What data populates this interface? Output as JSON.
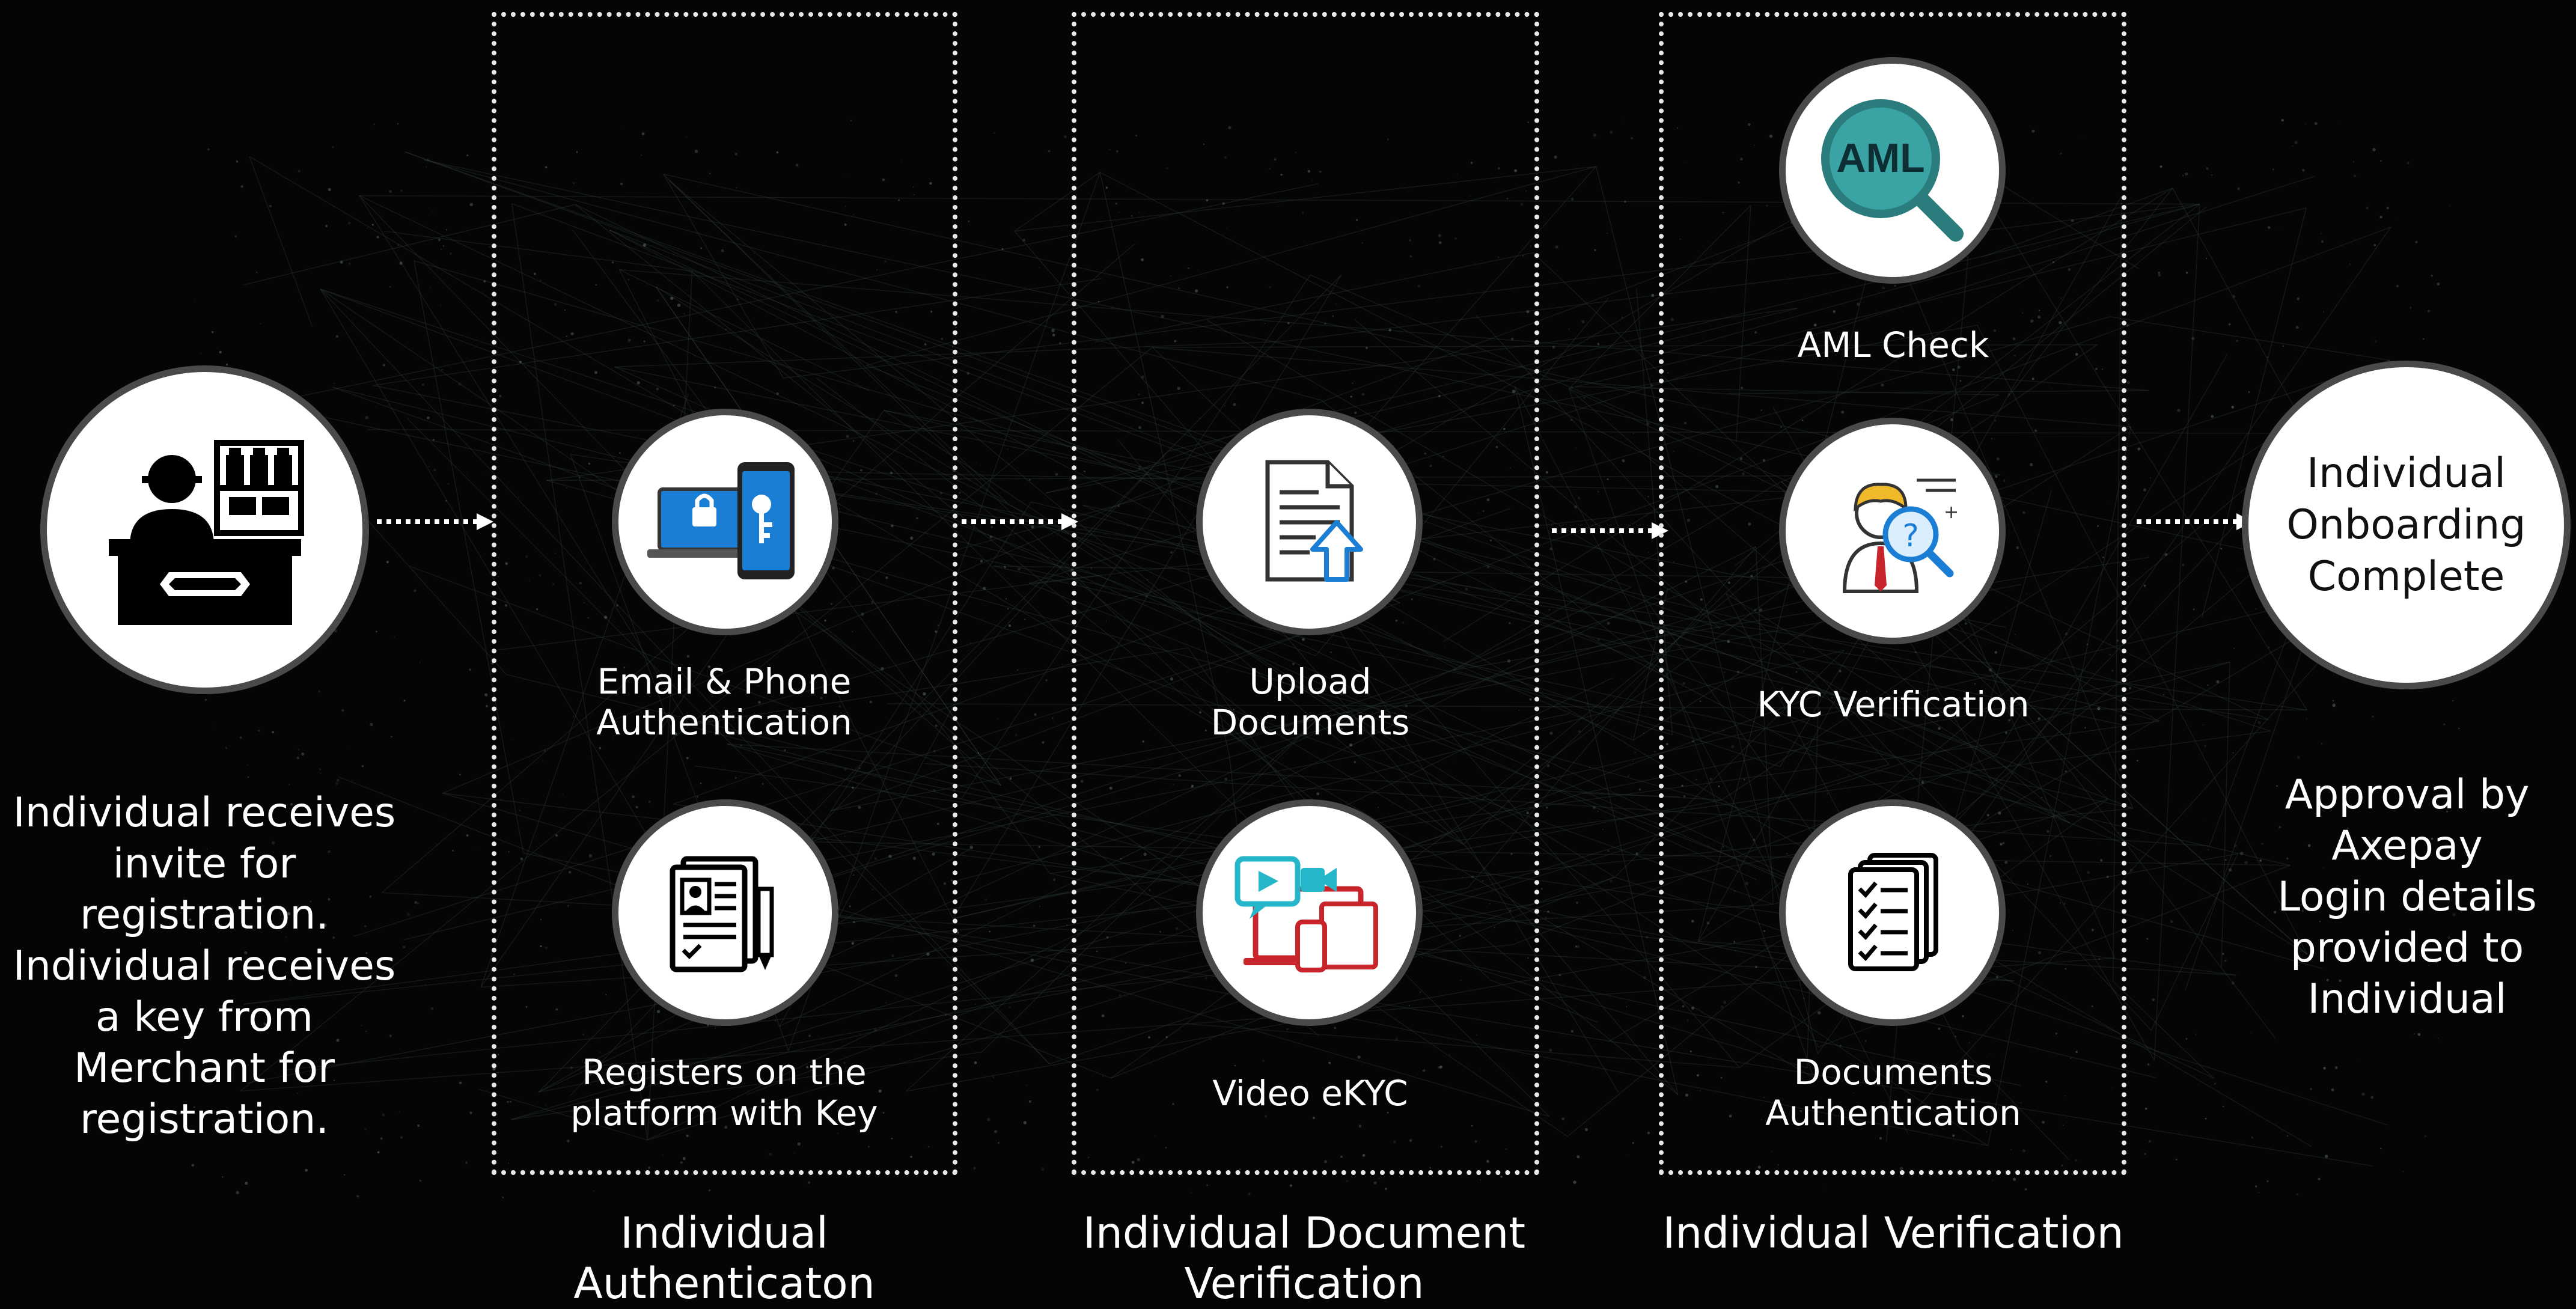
{
  "start": {
    "description": "Individual receives\ninvite for\nregistration.\nIndividual receives\na key from\nMerchant for\nregistration."
  },
  "stages": [
    {
      "caption": "Individual\nAuthenticaton",
      "steps": [
        {
          "label": "Email & Phone\nAuthentication",
          "icon": "laptop-phone-lock-icon"
        },
        {
          "label": "Registers on the\nplatform with Key",
          "icon": "registration-form-icon"
        }
      ]
    },
    {
      "caption": "Individual Document\nVerification",
      "steps": [
        {
          "label": "Upload\nDocuments",
          "icon": "document-upload-icon"
        },
        {
          "label": "Video eKYC",
          "icon": "video-call-devices-icon"
        }
      ]
    },
    {
      "caption": "Individual Verification",
      "steps": [
        {
          "label": "AML Check",
          "icon_text": "AML",
          "icon": "aml-magnifier-icon"
        },
        {
          "label": "KYC Verification",
          "icon": "kyc-person-magnifier-icon"
        },
        {
          "label": "Documents\nAuthentication",
          "icon": "document-checklist-icon"
        }
      ]
    }
  ],
  "end": {
    "title": "Individual\nOnboarding\nComplete",
    "description": "Approval by\nAxepay\nLogin details\nprovided to\nIndividual"
  },
  "colors": {
    "background": "#050505",
    "circle_fill": "#ffffff",
    "circle_border": "#4a4a4a",
    "accent_blue": "#1a7fd4",
    "accent_teal": "#3aa3a3",
    "accent_red": "#c8242b",
    "accent_cyan": "#26b6c9",
    "text": "#ffffff"
  }
}
